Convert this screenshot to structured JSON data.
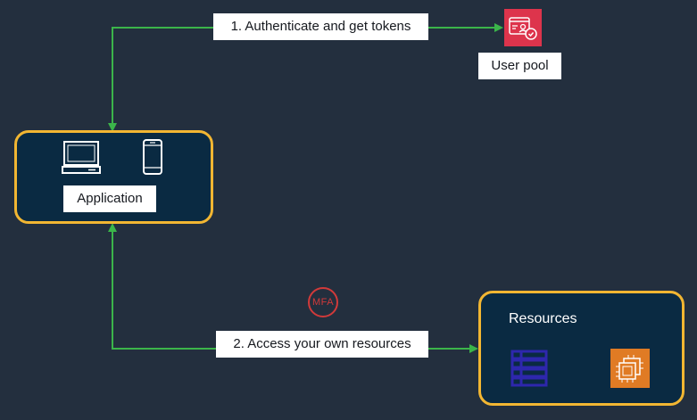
{
  "arrows": {
    "auth_label": "1. Authenticate and get tokens",
    "access_label": "2. Access your own resources"
  },
  "user_pool": {
    "label": "User pool"
  },
  "application": {
    "label": "Application"
  },
  "resources": {
    "title": "Resources"
  },
  "mfa": {
    "label": "MFA"
  },
  "colors": {
    "background": "#232f3e",
    "connector": "#3bb54a",
    "node_border": "#f2b632",
    "node_fill": "#0a2a42",
    "cognito_red": "#dd344c",
    "mfa_red": "#d13a3a",
    "compute_orange": "#e07b24",
    "database_blue": "#2e27ad"
  },
  "icons": {
    "user_pool": "cognito-user-pool-icon",
    "application": [
      "laptop-icon",
      "mobile-phone-icon"
    ],
    "resources": [
      "database-table-icon",
      "ec2-compute-icon"
    ],
    "mfa": "mfa-badge-icon"
  }
}
